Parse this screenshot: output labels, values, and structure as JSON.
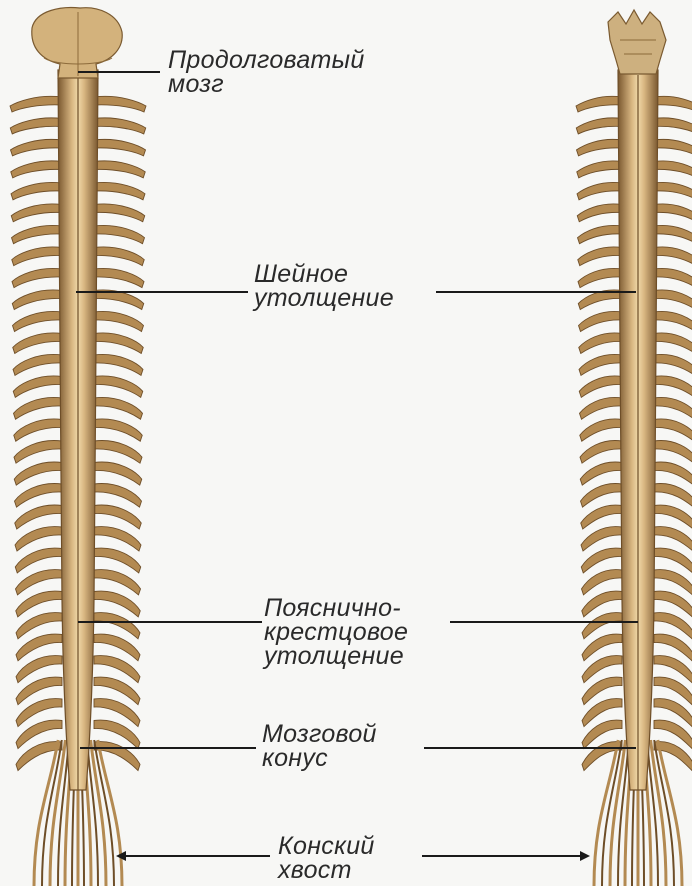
{
  "labels": {
    "medulla": {
      "line1": "Продолговатый",
      "line2": "мозг"
    },
    "cervical": {
      "line1": "Шейное",
      "line2": "утолщение"
    },
    "lumbosacral": {
      "line1": "Пояснично-",
      "line2": "крестцовое",
      "line3": "утолщение"
    },
    "conus": {
      "line1": "Мозговой",
      "line2": "конус"
    },
    "cauda": {
      "line1": "Конский",
      "line2": "хвост"
    }
  },
  "colors": {
    "background": "#f7f7f5",
    "cord": "#b38a52",
    "cord_dark": "#6e4e28",
    "cord_light": "#e3c48f",
    "brainstem": "#cdae7c",
    "text": "#2a2a2a",
    "leader": "#1a1a1a"
  }
}
